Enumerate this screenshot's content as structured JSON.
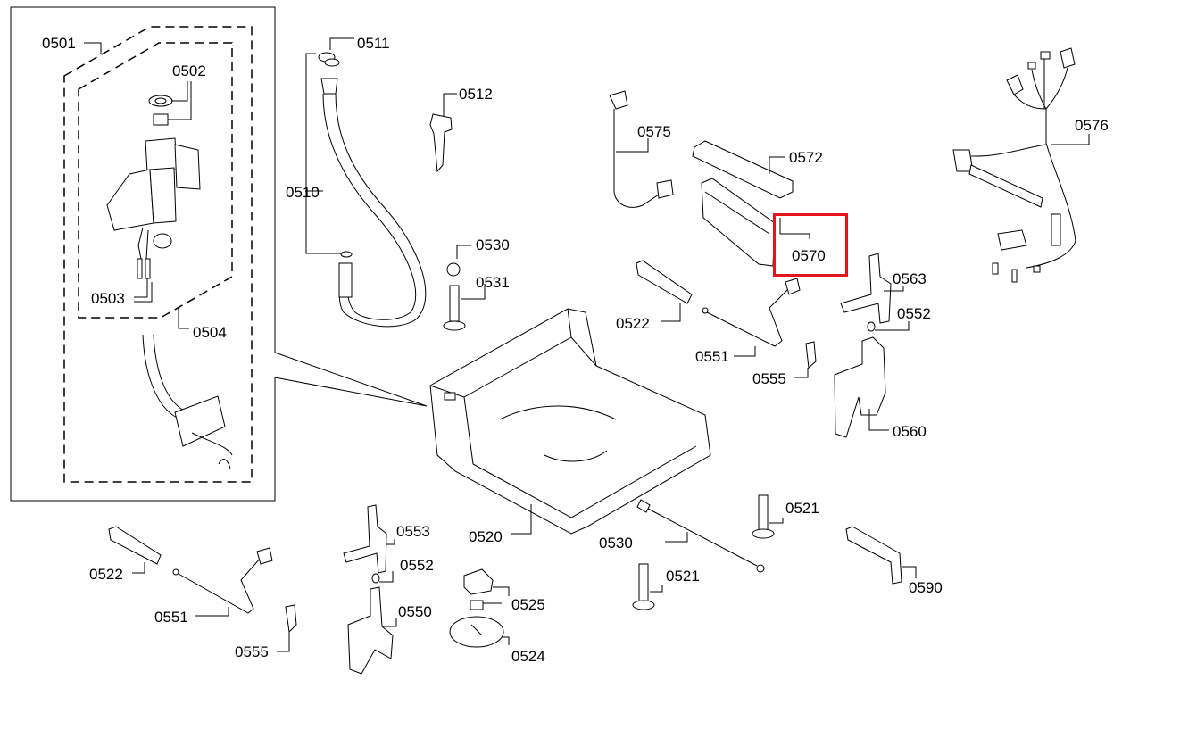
{
  "diagram": {
    "title": "Dishwasher base assembly exploded parts view",
    "highlight_color": "#e8141b",
    "highlighted_part": "0570",
    "labels": {
      "p0501": "0501",
      "p0502": "0502",
      "p0503": "0503",
      "p0504": "0504",
      "p0510": "0510",
      "p0511": "0511",
      "p0512": "0512",
      "p0530a": "0530",
      "p0531": "0531",
      "p0575": "0575",
      "p0572": "0572",
      "p0570": "0570",
      "p0576": "0576",
      "p0563": "0563",
      "p0552a": "0552",
      "p0522a": "0522",
      "p0551a": "0551",
      "p0555a": "0555",
      "p0560": "0560",
      "p0520": "0520",
      "p0521a": "0521",
      "p0530b": "0530",
      "p0521b": "0521",
      "p0590": "0590",
      "p0522b": "0522",
      "p0551b": "0551",
      "p0555b": "0555",
      "p0553": "0553",
      "p0552b": "0552",
      "p0550": "0550",
      "p0525": "0525",
      "p0524": "0524"
    }
  }
}
